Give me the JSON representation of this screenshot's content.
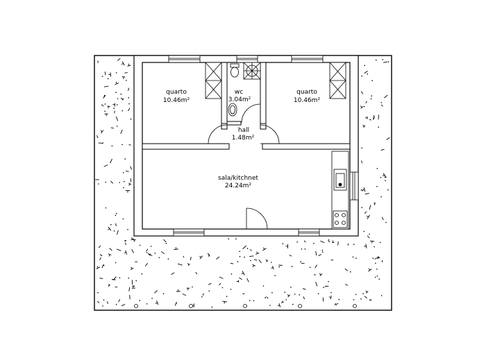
{
  "rooms": {
    "quarto_left": {
      "name": "quarto",
      "area": "10.46m²"
    },
    "wc": {
      "name": "wc",
      "area": "3.04m²"
    },
    "quarto_right": {
      "name": "quarto",
      "area": "10.46m²"
    },
    "hall": {
      "name": "hall",
      "area": "1.48m²"
    },
    "sala": {
      "name": "sala/kitchnet",
      "area": "24.24m²"
    }
  },
  "colors": {
    "wall": "#000000",
    "background": "#ffffff",
    "gravel": "#000000"
  },
  "icons": [
    "toilet-icon",
    "shower-icon",
    "sink-icon",
    "stove-icon",
    "kitchen-sink-icon",
    "door-swing-icon",
    "window-icon",
    "wardrobe-icon"
  ]
}
